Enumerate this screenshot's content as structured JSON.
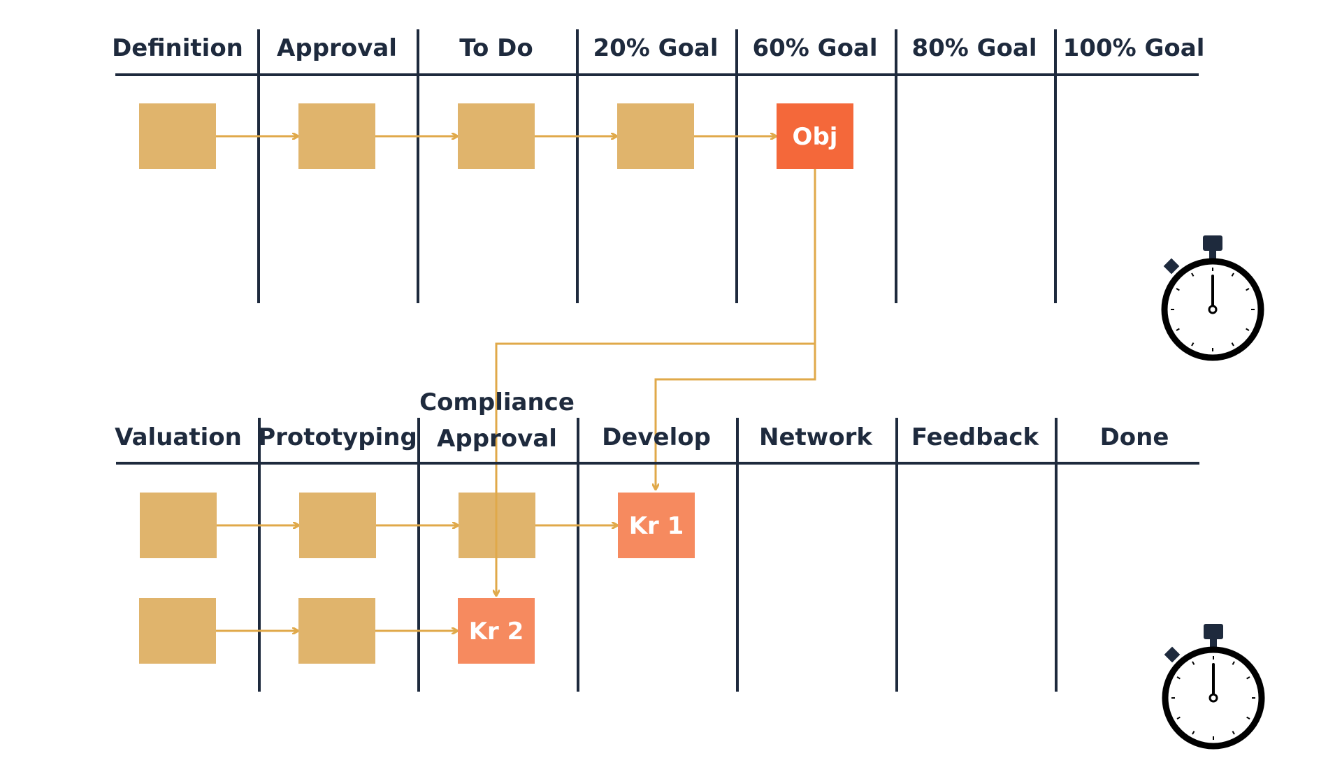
{
  "colors": {
    "ink": "#1e2a3d",
    "card": "#e0b46c",
    "connector": "#e0a94a",
    "objective": "#f4683a",
    "key_result": "#f68a5f",
    "background": "#ffffff"
  },
  "top_board": {
    "headers": [
      "Definition",
      "Approval",
      "To Do",
      "20% Goal",
      "60% Goal",
      "80% Goal",
      "100% Goal"
    ],
    "objective_label": "Obj"
  },
  "bottom_board": {
    "headers": [
      "Valuation",
      "Prototyping",
      "Compliance Approval",
      "Develop",
      "Network",
      "Feedback",
      "Done"
    ],
    "compliance_line1": "Compliance",
    "compliance_line2": "Approval",
    "kr1_label": "Kr 1",
    "kr2_label": "Kr 2"
  },
  "icons": {
    "top_timer": "stopwatch-icon",
    "bottom_timer": "stopwatch-icon"
  }
}
